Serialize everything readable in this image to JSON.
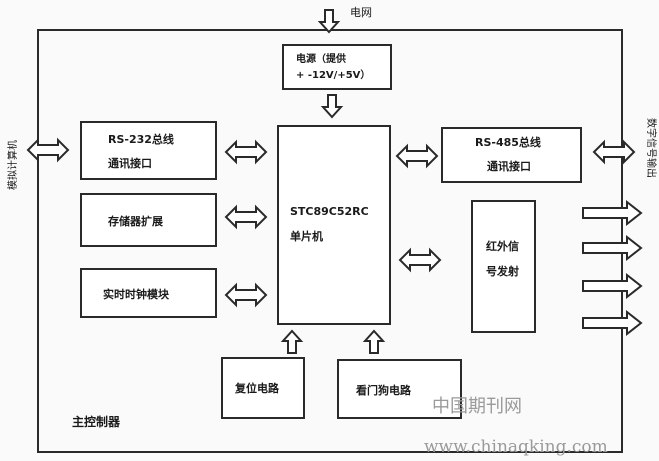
{
  "diagram": {
    "top_label": "电网",
    "left_side_label": "模拟计算机",
    "right_side_label": "数字信号输出",
    "bottom_label": "主控制器",
    "power_box": {
      "line1": "电源（提供",
      "line2": "+ -12V/+5V）"
    },
    "mcu_box": {
      "line1": "STC89C52RC",
      "line2": "单片机"
    },
    "rs232_box": {
      "line1": "RS-232总线",
      "line2": "通讯接口"
    },
    "storage_box": {
      "line1": "存储器扩展"
    },
    "rtc_box": {
      "line1": "实时时钟模块"
    },
    "rs485_box": {
      "line1": "RS-485总线",
      "line2": "通讯接口"
    },
    "ir_box": {
      "line1": "红外信",
      "line2": "号发射"
    },
    "reset_box": {
      "line1": "复位电路"
    },
    "watchdog_box": {
      "line1": "看门狗电路"
    }
  },
  "watermark": {
    "line1": "中国期刊网",
    "line2": "www.chinaqking.com"
  }
}
